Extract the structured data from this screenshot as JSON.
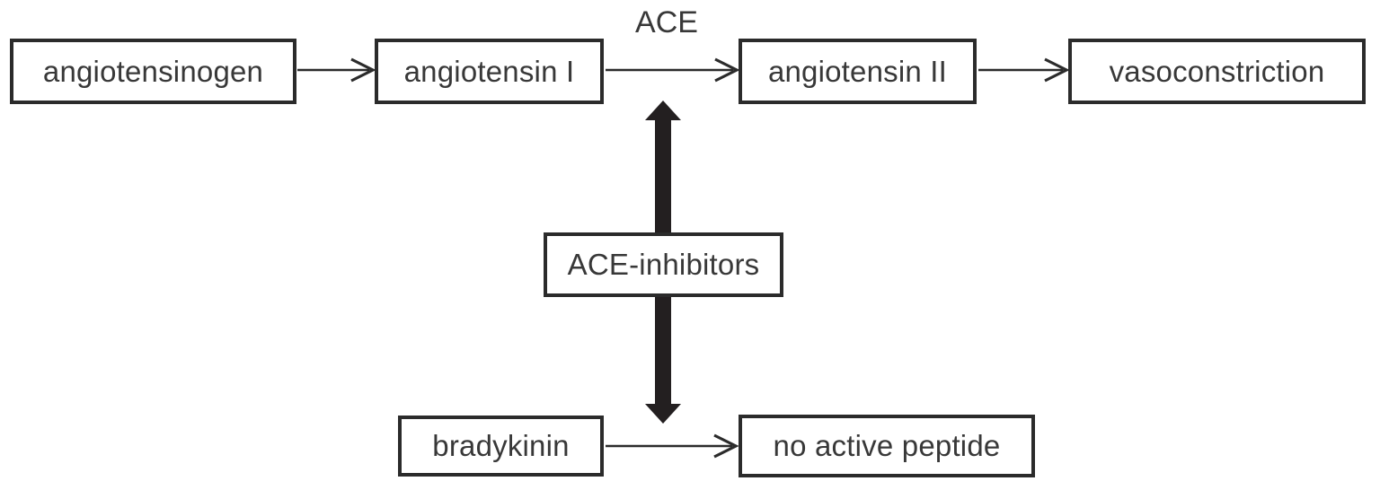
{
  "diagram": {
    "kind": "flowchart",
    "subject": "renin-angiotensin pathway with ACE inhibition",
    "nodes": {
      "angiotensinogen": {
        "label": "angiotensinogen"
      },
      "angiotensin_i": {
        "label": "angiotensin I"
      },
      "angiotensin_ii": {
        "label": "angiotensin II"
      },
      "vasoconstriction": {
        "label": "vasoconstriction"
      },
      "ace_inhibitors": {
        "label": "ACE-inhibitors"
      },
      "bradykinin": {
        "label": "bradykinin"
      },
      "no_active_peptide": {
        "label": "no active peptide"
      }
    },
    "ace_label": "ACE",
    "edges": [
      {
        "from": "angiotensinogen",
        "to": "angiotensin I",
        "style": "thin-arrow"
      },
      {
        "from": "angiotensin I",
        "to": "angiotensin II",
        "style": "thin-arrow",
        "label": "ACE"
      },
      {
        "from": "angiotensin II",
        "to": "vasoconstriction",
        "style": "thin-arrow"
      },
      {
        "from": "bradykinin",
        "to": "no active peptide",
        "style": "thin-arrow"
      },
      {
        "from": "ACE-inhibitors",
        "direction": "up",
        "blocks": "angiotensin I to angiotensin II conversion",
        "style": "thick-block-arrow"
      },
      {
        "from": "ACE-inhibitors",
        "direction": "down",
        "blocks": "bradykinin to no active peptide conversion",
        "style": "thick-block-arrow"
      }
    ]
  },
  "colors": {
    "line": "#2b2b2b",
    "text": "#383838",
    "background": "#ffffff"
  }
}
